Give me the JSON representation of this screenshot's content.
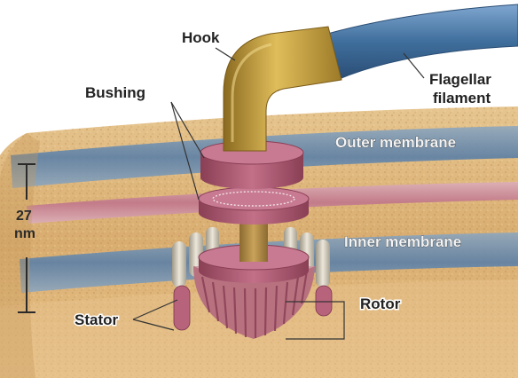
{
  "labels": {
    "hook": "Hook",
    "flagellar_filament_line1": "Flagellar",
    "flagellar_filament_line2": "filament",
    "bushing": "Bushing",
    "outer_membrane": "Outer membrane",
    "inner_membrane": "Inner membrane",
    "scale_value": "27",
    "scale_unit": "nm",
    "stator": "Stator",
    "rotor": "Rotor"
  },
  "colors": {
    "background": "#ffffff",
    "membrane_sand": "#d8b27a",
    "outer_blue": "#5a7fa8",
    "pink_band": "#c98a9a",
    "hook_gold": "#c9a03c",
    "filament_blue": "#3f6e9c",
    "disk_pink": "#b65f77",
    "stator_gray": "#cfc8b8"
  }
}
